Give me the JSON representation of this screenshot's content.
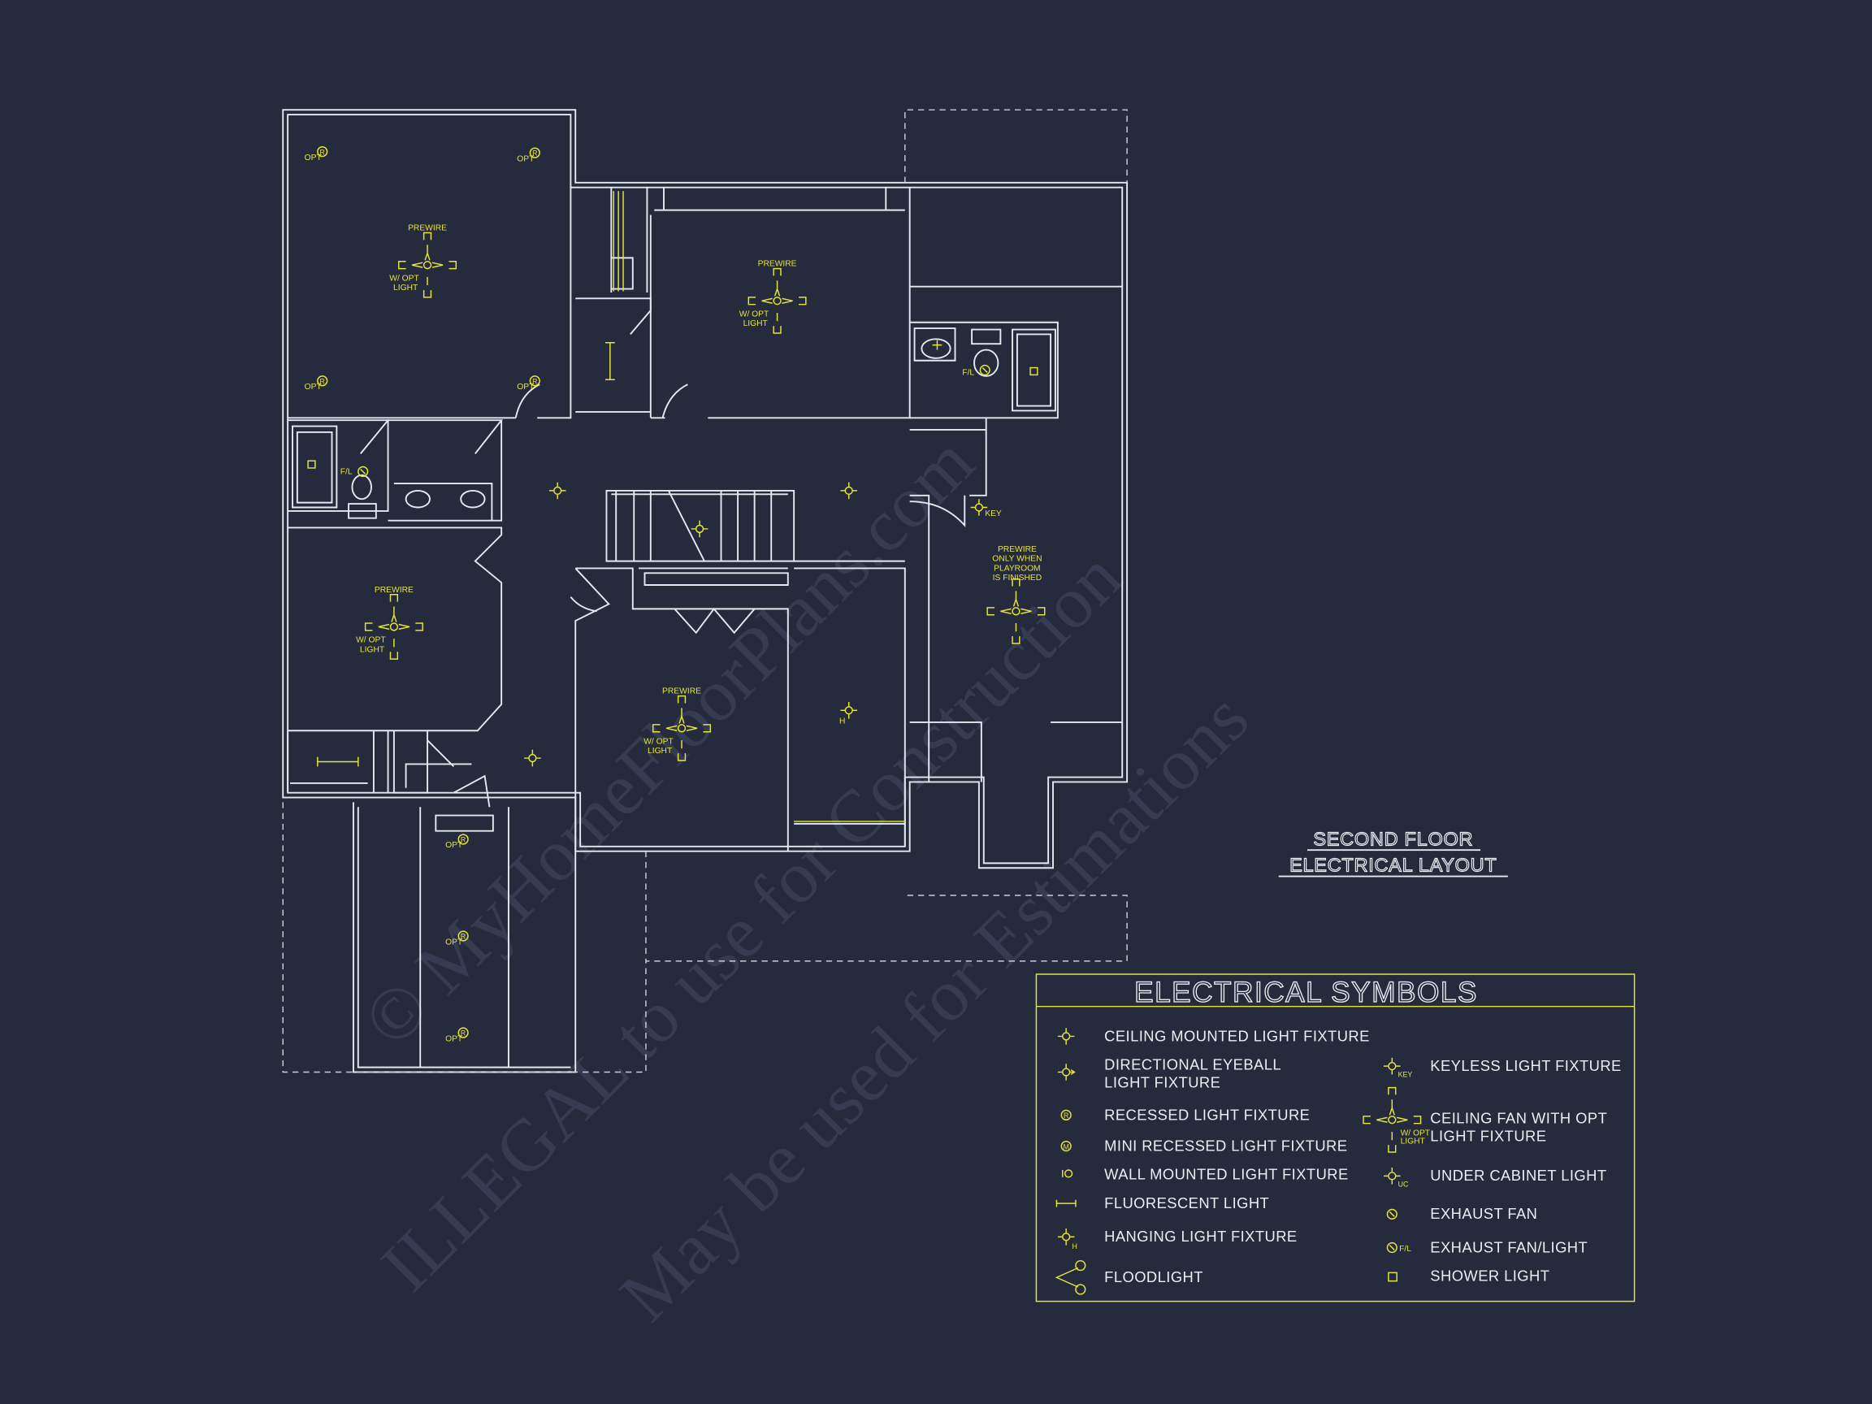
{
  "plan": {
    "title_line1": "SECOND FLOOR",
    "title_line2": "ELECTRICAL LAYOUT",
    "fan_labels": [
      {
        "top": "PREWIRE",
        "bottom1": "W/ OPT",
        "bottom2": "LIGHT"
      },
      {
        "top": "PREWIRE",
        "bottom1": "W/ OPT",
        "bottom2": "LIGHT"
      },
      {
        "top": "PREWIRE",
        "bottom1": "W/ OPT",
        "bottom2": "LIGHT"
      },
      {
        "top": "PREWIRE",
        "bottom1": "W/ OPT",
        "bottom2": "LIGHT"
      },
      {
        "top": "PREWIRE",
        "bottom1": "W/ OPT",
        "bottom2": "LIGHT"
      }
    ],
    "playroom_note": [
      "PREWIRE",
      "ONLY WHEN",
      "PLAYROOM",
      "IS FINISHED"
    ],
    "opt_label": "OPT",
    "recessed_mark": "R",
    "fl_label": "F/L",
    "key_label": "KEY",
    "hanging_label": "H"
  },
  "legend": {
    "title": "ELECTRICAL SYMBOLS",
    "left": [
      {
        "icon": "ceiling-light-icon",
        "label": "CEILING MOUNTED LIGHT FIXTURE"
      },
      {
        "icon": "eyeball-light-icon",
        "label": "DIRECTIONAL EYEBALL",
        "label2": "LIGHT FIXTURE"
      },
      {
        "icon": "recessed-light-icon",
        "label": "RECESSED LIGHT FIXTURE",
        "mark": "R"
      },
      {
        "icon": "mini-recessed-light-icon",
        "label": "MINI RECESSED LIGHT FIXTURE",
        "mark": "M"
      },
      {
        "icon": "wall-light-icon",
        "label": "WALL MOUNTED LIGHT FIXTURE"
      },
      {
        "icon": "fluorescent-light-icon",
        "label": "FLUORESCENT LIGHT"
      },
      {
        "icon": "hanging-light-icon",
        "label": "HANGING LIGHT FIXTURE",
        "mark": "H"
      },
      {
        "icon": "floodlight-icon",
        "label": "FLOODLIGHT"
      }
    ],
    "right": [
      {
        "icon": "keyless-light-icon",
        "label": "KEYLESS LIGHT FIXTURE",
        "mark": "KEY"
      },
      {
        "icon": "ceiling-fan-icon",
        "label": "CEILING FAN WITH OPT",
        "label2": "LIGHT FIXTURE",
        "mark": "W/ OPT",
        "mark2": "LIGHT"
      },
      {
        "icon": "under-cabinet-light-icon",
        "label": "UNDER CABINET LIGHT",
        "mark": "UC"
      },
      {
        "icon": "exhaust-fan-icon",
        "label": "EXHAUST FAN"
      },
      {
        "icon": "exhaust-fan-light-icon",
        "label": "EXHAUST FAN/LIGHT",
        "mark": "F/L"
      },
      {
        "icon": "shower-light-icon",
        "label": "SHOWER LIGHT"
      }
    ]
  },
  "watermark": {
    "line1": "© MyHomeFloorPlans.com",
    "line2": "ILLEGAL to use for Construction",
    "line3": "May be used for Estimations"
  },
  "colors": {
    "background": "#252a3c",
    "symbol": "#e4e43a",
    "line": "#e6e8f0"
  }
}
